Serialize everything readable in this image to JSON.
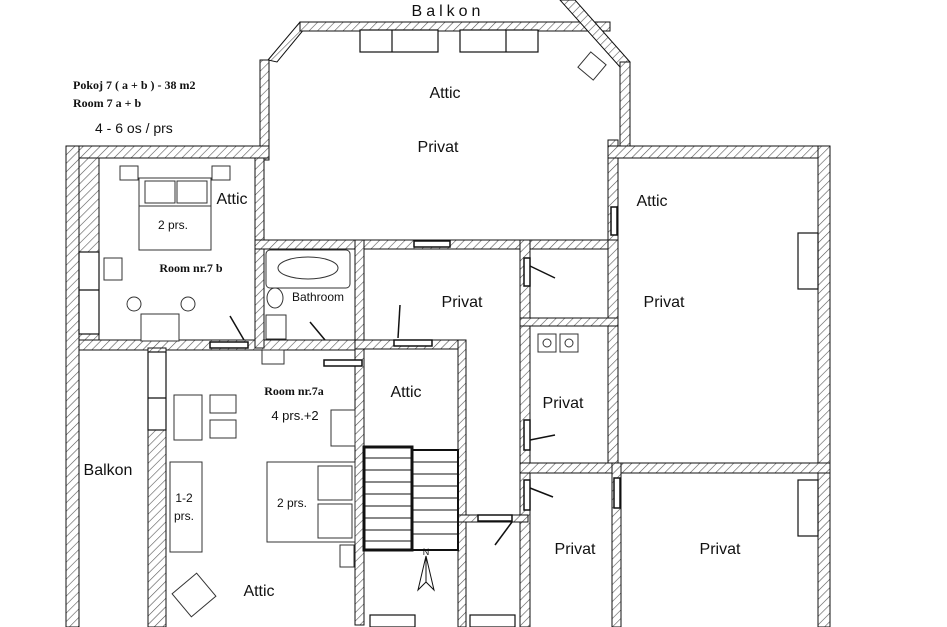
{
  "header": {
    "balkon_top": "Balkon",
    "title_line1": "Pokoj  7 ( a + b ) - 38 m2",
    "title_line2": "Room  7 a + b",
    "capacity": "4 - 6 os / prs"
  },
  "rooms": {
    "attic_top": "Attic",
    "privat_top": "Privat",
    "attic_room7b": "Attic",
    "room7b_persons": "2 prs.",
    "room7b_label": "Room  nr.7 b",
    "bathroom": "Bathroom",
    "privat_center": "Privat",
    "attic_right": "Attic",
    "privat_right": "Privat",
    "room7a_label": "Room nr.7a",
    "room7a_persons": "4 prs.+2",
    "attic_stair": "Attic",
    "privat_mid": "Privat",
    "balkon_left": "Balkon",
    "sofa_persons_1": "1-2",
    "sofa_persons_2": "prs.",
    "bed7a_persons": "2 prs.",
    "attic_bottom": "Attic",
    "privat_bottom_mid": "Privat",
    "privat_bottom_right": "Privat",
    "north_mark": "N"
  },
  "colors": {
    "wall": "#111111",
    "hatch": "#555555",
    "window": "#ffffff",
    "furniture": "#333333"
  }
}
